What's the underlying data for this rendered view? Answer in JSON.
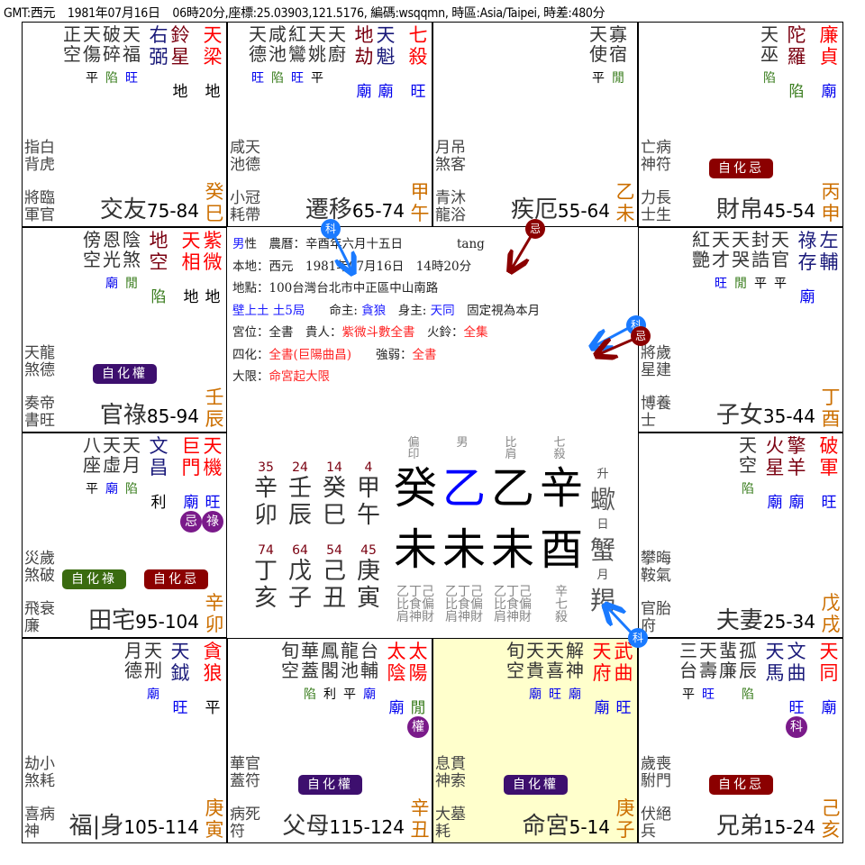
{
  "header": {
    "text": "GMT:西元　1981年07月16日　06時20分,座標:25.03903,121.5176, 編碼:wsqqmn, 時區:Asia/Taipei, 時差:480分"
  },
  "colors": {
    "main_star": "#ff0000",
    "aux_star": "#7a0010",
    "lucky_star": "#1a1a7a",
    "ganzhi": "#cc6f00",
    "ming_bg": "#ffffcc",
    "badge_ji": "#8b0000",
    "badge_quan": "#3d0f6e",
    "badge_lu": "#3a6b10",
    "hua_dot": "#7a1a8a",
    "ke_arrow": "#1a7aff",
    "ji_arrow": "#8b0000"
  },
  "palaces": {
    "si": {
      "name": "交友",
      "range": "75-84",
      "ganzhi": [
        "癸",
        "巳"
      ],
      "main": [
        {
          "t": "天梁",
          "c": "red",
          "b": "地",
          "bc": "black"
        }
      ],
      "aux": [
        {
          "t": "鈴星",
          "c": "maroon",
          "b": "地",
          "bc": "black"
        },
        {
          "t": "右弼",
          "c": "navy",
          "b": "",
          "bc": ""
        }
      ],
      "minor": [
        {
          "t": "天福",
          "b": "旺",
          "bc": "blue"
        },
        {
          "t": "破碎",
          "b": "陷",
          "bc": "green"
        },
        {
          "t": "天傷",
          "b": "平",
          "bc": "black"
        },
        {
          "t": "正空",
          "b": "",
          "bc": ""
        }
      ],
      "gods1": [
        "指白",
        "背虎"
      ],
      "gods2": [
        "將臨",
        "軍官"
      ],
      "badges": []
    },
    "wu": {
      "name": "遷移",
      "range": "65-74",
      "ganzhi": [
        "甲",
        "午"
      ],
      "main": [
        {
          "t": "七殺",
          "c": "red",
          "b": "旺",
          "bc": "blue"
        }
      ],
      "aux": [
        {
          "t": "天魁",
          "c": "navy",
          "b": "廟",
          "bc": "blue"
        },
        {
          "t": "地劫",
          "c": "maroon",
          "b": "廟",
          "bc": "blue"
        }
      ],
      "minor": [
        {
          "t": "天廚",
          "b": "",
          "bc": ""
        },
        {
          "t": "天姚",
          "b": "平",
          "bc": "black"
        },
        {
          "t": "紅鸞",
          "b": "旺",
          "bc": "blue"
        },
        {
          "t": "咸池",
          "b": "陷",
          "bc": "green"
        },
        {
          "t": "天德",
          "b": "旺",
          "bc": "blue"
        }
      ],
      "gods1": [
        "咸天",
        "池德"
      ],
      "gods2": [
        "小冠",
        "耗帶"
      ],
      "badges": []
    },
    "wei": {
      "name": "疾厄",
      "range": "55-64",
      "ganzhi": [
        "乙",
        "未"
      ],
      "main": [],
      "aux": [],
      "minor": [
        {
          "t": "寡宿",
          "b": "閒",
          "bc": "green"
        },
        {
          "t": "天使",
          "b": "平",
          "bc": "black"
        }
      ],
      "gods1": [
        "月吊",
        "煞客"
      ],
      "gods2": [
        "青沐",
        "龍浴"
      ],
      "badges": []
    },
    "shen": {
      "name": "財帛",
      "range": "45-54",
      "ganzhi": [
        "丙",
        "申"
      ],
      "main": [
        {
          "t": "廉貞",
          "c": "red",
          "b": "廟",
          "bc": "blue"
        }
      ],
      "aux": [
        {
          "t": "陀羅",
          "c": "maroon",
          "b": "陷",
          "bc": "green"
        }
      ],
      "minor": [
        {
          "t": "天巫",
          "b": "陷",
          "bc": "green"
        }
      ],
      "gods1": [
        "亡病",
        "神符"
      ],
      "gods2": [
        "力長",
        "士生"
      ],
      "badges": [
        {
          "t": "自化忌",
          "k": "ji"
        }
      ]
    },
    "chen": {
      "name": "官祿",
      "range": "85-94",
      "ganzhi": [
        "壬",
        "辰"
      ],
      "main": [
        {
          "t": "紫微",
          "c": "red",
          "b": "地",
          "bc": "black"
        },
        {
          "t": "天相",
          "c": "red",
          "b": "地",
          "bc": "black"
        }
      ],
      "aux": [
        {
          "t": "地空",
          "c": "maroon",
          "b": "陷",
          "bc": "green"
        }
      ],
      "minor": [
        {
          "t": "陰煞",
          "b": "閒",
          "bc": "green"
        },
        {
          "t": "恩光",
          "b": "廟",
          "bc": "blue"
        },
        {
          "t": "傍空",
          "b": "",
          "bc": ""
        }
      ],
      "gods1": [
        "天龍",
        "煞德"
      ],
      "gods2": [
        "奏帝",
        "書旺"
      ],
      "badges": [
        {
          "t": "自化權",
          "k": "quan"
        }
      ]
    },
    "you": {
      "name": "子女",
      "range": "35-44",
      "ganzhi": [
        "丁",
        "酉"
      ],
      "main": [],
      "aux": [
        {
          "t": "左輔",
          "c": "navy",
          "b": "",
          "bc": ""
        },
        {
          "t": "祿存",
          "c": "navy",
          "b": "廟",
          "bc": "blue"
        }
      ],
      "minor": [
        {
          "t": "天官",
          "b": "平",
          "bc": "black"
        },
        {
          "t": "封誥",
          "b": "平",
          "bc": "black"
        },
        {
          "t": "天哭",
          "b": "閒",
          "bc": "green"
        },
        {
          "t": "天才",
          "b": "旺",
          "bc": "blue"
        },
        {
          "t": "紅艷",
          "b": "",
          "bc": ""
        }
      ],
      "gods1": [
        "將歲",
        "星建"
      ],
      "gods2": [
        "博養",
        "士"
      ],
      "badges": []
    },
    "mao": {
      "name": "田宅",
      "range": "95-104",
      "ganzhi": [
        "辛",
        "卯"
      ],
      "main": [
        {
          "t": "天機",
          "c": "red",
          "b": "旺",
          "bc": "blue",
          "h": "祿"
        },
        {
          "t": "巨門",
          "c": "red",
          "b": "廟",
          "bc": "blue",
          "h": "忌"
        }
      ],
      "aux": [
        {
          "t": "文昌",
          "c": "navy",
          "b": "利",
          "bc": "black"
        }
      ],
      "minor": [
        {
          "t": "天月",
          "b": "陷",
          "bc": "green"
        },
        {
          "t": "天虛",
          "b": "廟",
          "bc": "blue"
        },
        {
          "t": "八座",
          "b": "平",
          "bc": "black"
        }
      ],
      "gods1": [
        "災歲",
        "煞破"
      ],
      "gods2": [
        "飛衰",
        "廉"
      ],
      "badges": [
        {
          "t": "自化祿",
          "k": "lu"
        },
        {
          "t": "自化忌",
          "k": "ji"
        }
      ]
    },
    "xu": {
      "name": "夫妻",
      "range": "25-34",
      "ganzhi": [
        "戊",
        "戌"
      ],
      "main": [
        {
          "t": "破軍",
          "c": "red",
          "b": "旺",
          "bc": "blue"
        }
      ],
      "aux": [
        {
          "t": "擎羊",
          "c": "maroon",
          "b": "廟",
          "bc": "blue"
        },
        {
          "t": "火星",
          "c": "maroon",
          "b": "廟",
          "bc": "blue"
        }
      ],
      "minor": [
        {
          "t": "天空",
          "b": "陷",
          "bc": "green"
        }
      ],
      "gods1": [
        "攀晦",
        "鞍氣"
      ],
      "gods2": [
        "官胎",
        "府"
      ],
      "badges": []
    },
    "yin": {
      "name": "福|身",
      "range": "105-114",
      "ganzhi": [
        "庚",
        "寅"
      ],
      "main": [
        {
          "t": "貪狼",
          "c": "red",
          "b": "平",
          "bc": "black"
        }
      ],
      "aux": [
        {
          "t": "天鉞",
          "c": "navy",
          "b": "旺",
          "bc": "blue"
        }
      ],
      "minor": [
        {
          "t": "天刑",
          "b": "廟",
          "bc": "blue"
        },
        {
          "t": "月德",
          "b": "",
          "bc": ""
        }
      ],
      "gods1": [
        "劫小",
        "煞耗"
      ],
      "gods2": [
        "喜病",
        "神"
      ],
      "badges": []
    },
    "chou": {
      "name": "父母",
      "range": "115-124",
      "ganzhi": [
        "辛",
        "丑"
      ],
      "main": [
        {
          "t": "太陽",
          "c": "red",
          "b": "閒",
          "bc": "green",
          "h": "權"
        },
        {
          "t": "太陰",
          "c": "red",
          "b": "廟",
          "bc": "blue"
        }
      ],
      "aux": [],
      "minor": [
        {
          "t": "台輔",
          "b": "廟",
          "bc": "blue"
        },
        {
          "t": "龍池",
          "b": "平",
          "bc": "black"
        },
        {
          "t": "鳳閣",
          "b": "利",
          "bc": "black"
        },
        {
          "t": "華蓋",
          "b": "陷",
          "bc": "green"
        },
        {
          "t": "旬空",
          "b": "",
          "bc": ""
        }
      ],
      "gods1": [
        "華官",
        "蓋符"
      ],
      "gods2": [
        "病死",
        "符"
      ],
      "badges": [
        {
          "t": "自化權",
          "k": "quan"
        }
      ]
    },
    "zi": {
      "name": "命宮",
      "range": "5-14",
      "ganzhi": [
        "庚",
        "子"
      ],
      "main": [
        {
          "t": "武曲",
          "c": "red",
          "b": "旺",
          "bc": "blue"
        },
        {
          "t": "天府",
          "c": "red",
          "b": "廟",
          "bc": "blue"
        }
      ],
      "aux": [],
      "minor": [
        {
          "t": "解神",
          "b": "廟",
          "bc": "blue"
        },
        {
          "t": "天喜",
          "b": "旺",
          "bc": "blue"
        },
        {
          "t": "天貴",
          "b": "廟",
          "bc": "blue"
        },
        {
          "t": "旬空",
          "b": "",
          "bc": ""
        }
      ],
      "gods1": [
        "息貫",
        "神索"
      ],
      "gods2": [
        "大墓",
        "耗"
      ],
      "badges": [
        {
          "t": "自化權",
          "k": "quan"
        }
      ]
    },
    "hai": {
      "name": "兄弟",
      "range": "15-24",
      "ganzhi": [
        "己",
        "亥"
      ],
      "main": [
        {
          "t": "天同",
          "c": "red",
          "b": "廟",
          "bc": "blue"
        }
      ],
      "aux": [
        {
          "t": "文曲",
          "c": "navy",
          "b": "旺",
          "bc": "blue",
          "h": "科"
        },
        {
          "t": "天馬",
          "c": "navy",
          "b": "",
          "bc": ""
        }
      ],
      "minor": [
        {
          "t": "孤辰",
          "b": "陷",
          "bc": "green"
        },
        {
          "t": "蜚廉",
          "b": "",
          "bc": ""
        },
        {
          "t": "天壽",
          "b": "旺",
          "bc": "blue"
        },
        {
          "t": "三台",
          "b": "平",
          "bc": "black"
        }
      ],
      "gods1": [
        "歲喪",
        "駙門"
      ],
      "gods2": [
        "伏絕",
        "兵"
      ],
      "badges": [
        {
          "t": "自化忌",
          "k": "ji"
        }
      ]
    }
  },
  "center": {
    "line1": {
      "gender": "男",
      "rest": "性　農曆：辛酉年六月十五日",
      "extra": "tang"
    },
    "line2": "本地：西元　1981年07月16日　14時20分",
    "line3": "地點：100台灣台北市中正區中山南路",
    "line4": {
      "ju": "壁上土 土5局",
      "ming_label": "命主:",
      "ming": "貪狼",
      "shen_label": "身主:",
      "shen": "天同",
      "tail": "固定視為本月"
    },
    "line5": {
      "a": "宮位：全書　貴人：",
      "b": "紫微斗數全書",
      "c": "　火鈴：",
      "d": "全集"
    },
    "line6": {
      "a": "四化：",
      "b": "全書(巨陽曲昌)",
      "c": "　　強弱：",
      "d": "全書"
    },
    "line7": {
      "a": "大限：",
      "b": "命宮起大限"
    },
    "dayun": [
      {
        "age": "35",
        "gan": "辛",
        "zhi": "卯"
      },
      {
        "age": "24",
        "gan": "壬",
        "zhi": "辰"
      },
      {
        "age": "14",
        "gan": "癸",
        "zhi": "巳"
      },
      {
        "age": "4",
        "gan": "甲",
        "zhi": "午"
      },
      {
        "age": "74",
        "gan": "丁",
        "zhi": "亥"
      },
      {
        "age": "64",
        "gan": "戊",
        "zhi": "子"
      },
      {
        "age": "54",
        "gan": "己",
        "zhi": "丑"
      },
      {
        "age": "45",
        "gan": "庚",
        "zhi": "寅"
      }
    ],
    "bazi": [
      {
        "top": "偏印",
        "gan": "癸",
        "zhi": "未",
        "hidden": "乙丁己",
        "ten": "比食偏",
        "ten2": "肩神財"
      },
      {
        "top": "男",
        "gan": "乙",
        "zhi": "未",
        "hidden": "乙丁己",
        "ten": "比食偏",
        "ten2": "肩神財"
      },
      {
        "top": "比肩",
        "gan": "乙",
        "zhi": "未",
        "hidden": "乙丁己",
        "ten": "比食偏",
        "ten2": "肩神財"
      },
      {
        "top": "七殺",
        "gan": "辛",
        "zhi": "酉",
        "hidden": "辛",
        "ten": "七",
        "ten2": "殺"
      }
    ],
    "zodiac": {
      "l1": "升",
      "v1": "蠍",
      "l2": "日",
      "v2": "蟹",
      "l3": "月",
      "v3": "羯"
    },
    "flying": [
      {
        "t": "科"
      },
      {
        "t": "忌"
      },
      {
        "t": "科"
      },
      {
        "t": "忌"
      },
      {
        "t": "科"
      }
    ]
  }
}
